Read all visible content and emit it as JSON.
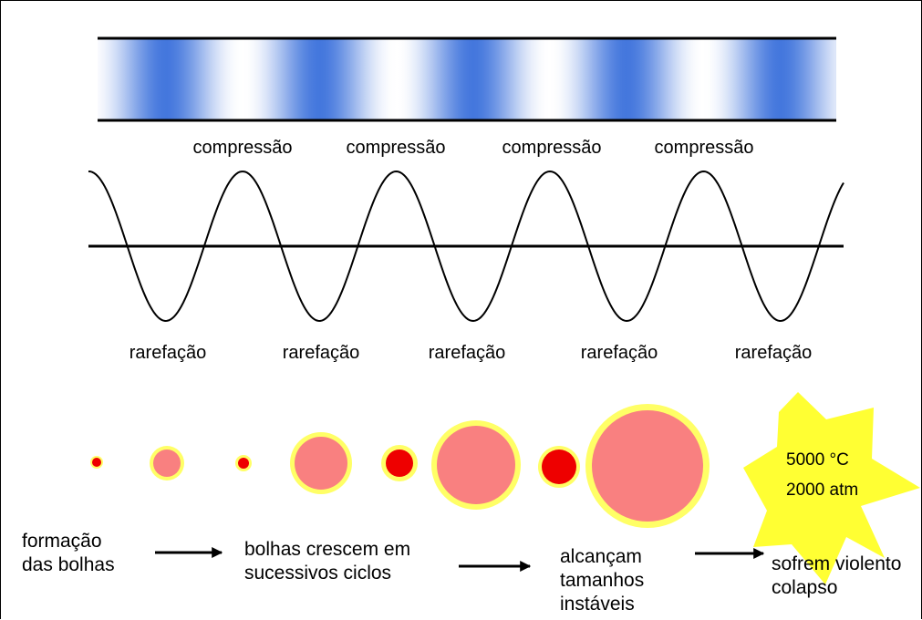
{
  "wave": {
    "compression_label": "compressão",
    "rarefaction_label": "rarefação",
    "compression_count": 4,
    "rarefaction_count": 5
  },
  "gradient_colors": {
    "dark": "#3366dd",
    "light": "#ffffff",
    "border": "#000000"
  },
  "bubbles": {
    "colors": {
      "grow": "#f98080",
      "unstable": "#ee0000",
      "halo": "#ffff66"
    }
  },
  "burst": {
    "temperature": "5000 °C",
    "pressure": "2000 atm",
    "color": "#ffff33"
  },
  "steps": [
    {
      "text": "formação\ndas bolhas"
    },
    {
      "text": "bolhas crescem em\nsucessivos ciclos"
    },
    {
      "text": "alcançam\ntamanhos\ninstáveis"
    },
    {
      "text": "sofrem violento\ncolapso"
    }
  ]
}
